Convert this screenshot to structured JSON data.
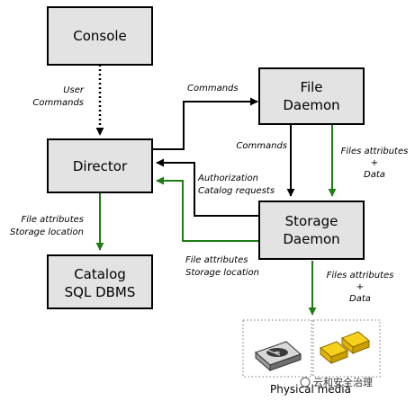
{
  "nodes": {
    "console": "Console",
    "director": "Director",
    "catalog_line1": "Catalog",
    "catalog_line2": "SQL DBMS",
    "file_daemon_line1": "File",
    "file_daemon_line2": "Daemon",
    "storage_daemon_line1": "Storage",
    "storage_daemon_line2": "Daemon"
  },
  "edges": {
    "user_commands_line1": "User",
    "user_commands_line2": "Commands",
    "director_to_fd": "Commands",
    "fd_to_sd": "Commands",
    "auth_line1": "Authorization",
    "auth_line2": "Catalog requests",
    "fd_files_line1": "Files attributes",
    "fd_files_line2": "+",
    "fd_files_line3": "Data",
    "dir_catalog_line1": "File attributes",
    "dir_catalog_line2": "Storage location",
    "sd_dir_line1": "File attributes",
    "sd_dir_line2": "Storage location",
    "sd_media_line1": "Files attributes",
    "sd_media_line2": "+",
    "sd_media_line3": "Data"
  },
  "media": {
    "label": "Physical media",
    "icons": [
      "hard-disk-icon",
      "tape-cartridges-icon"
    ]
  },
  "watermark": "云和安全治理",
  "colors": {
    "box_fill": "#e3e3e3",
    "control_arrow": "#000000",
    "data_arrow": "#1e7d12",
    "user_arrow": "#000000"
  }
}
